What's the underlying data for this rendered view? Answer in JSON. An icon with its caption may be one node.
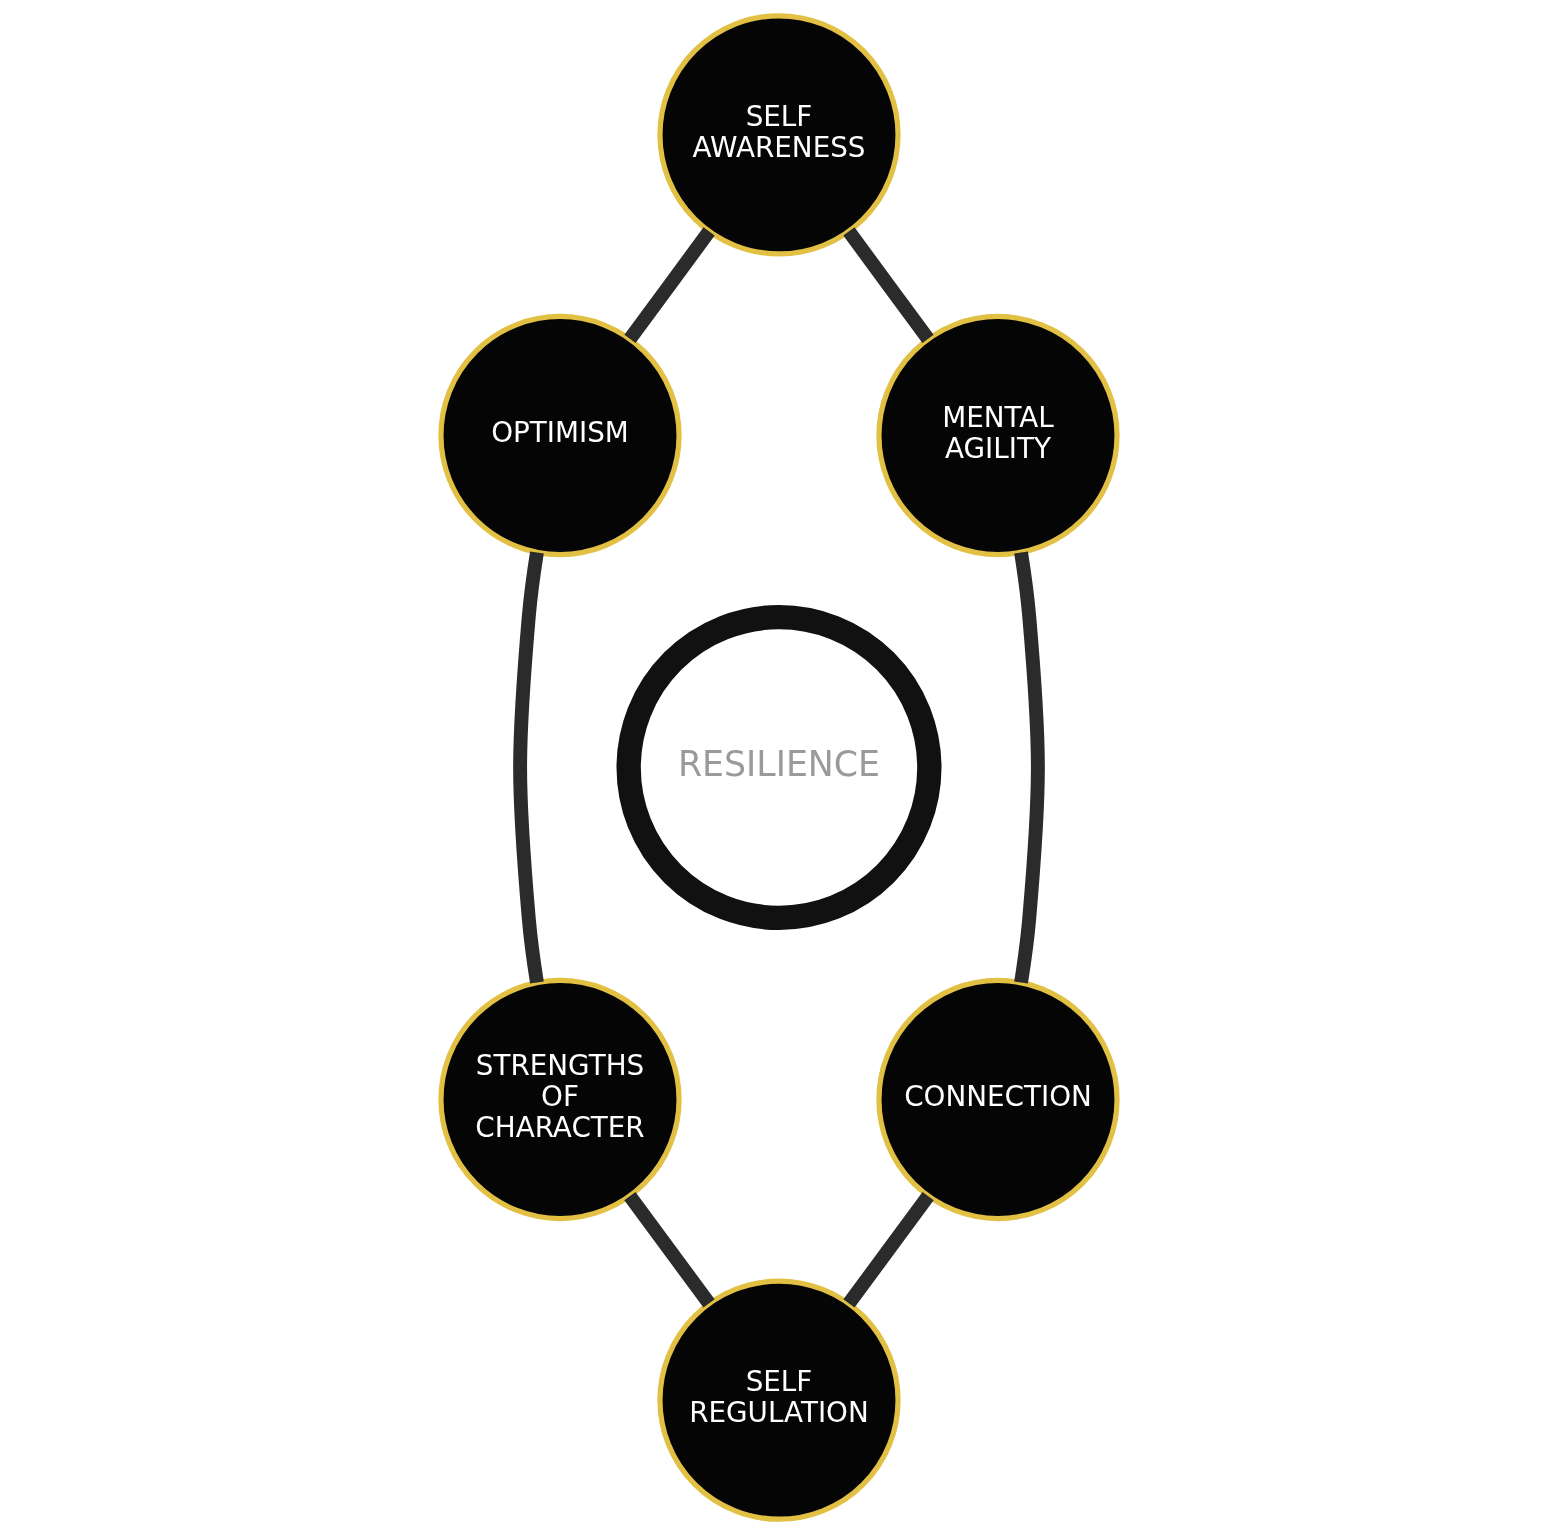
{
  "diagram": {
    "nodes": [
      {
        "text": [
          "SELF AWARENESS"
        ]
      },
      {
        "text": [
          "OPTIMISM"
        ]
      },
      {
        "text": [
          "MENTAL AGILITY"
        ]
      },
      {
        "text": [
          "RESILIENCE"
        ]
      },
      {
        "text": [
          "STRENGTHS OF CHARACTER"
        ]
      },
      {
        "text": [
          "CONNECTION"
        ]
      },
      {
        "text": [
          "SELF REGULATION"
        ]
      }
    ],
    "edges": [
      {
        "from": 0,
        "to": 2,
        "arrow": "none"
      },
      {
        "from": 2,
        "to": 5,
        "arrow": "none"
      },
      {
        "from": 5,
        "to": 6,
        "arrow": "none"
      },
      {
        "from": 0,
        "to": 1,
        "arrow": "none"
      },
      {
        "from": 1,
        "to": 4,
        "arrow": "none"
      },
      {
        "from": 4,
        "to": 6,
        "arrow": "none"
      }
    ]
  }
}
